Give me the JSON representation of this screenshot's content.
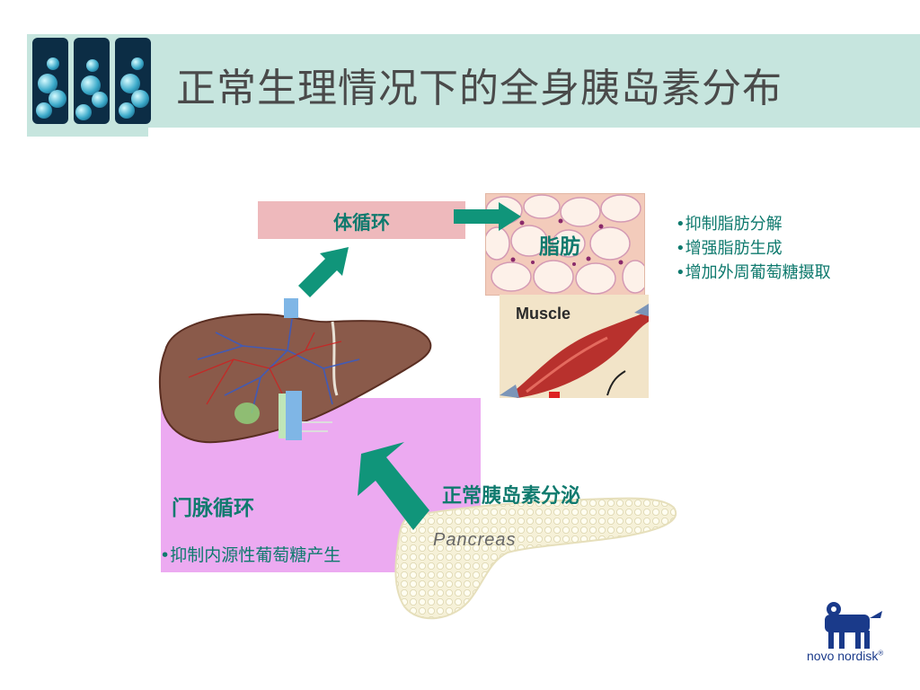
{
  "title": "正常生理情况下的全身胰岛素分布",
  "systemic": {
    "label": "体循环"
  },
  "fat": {
    "label": "脂肪"
  },
  "muscle": {
    "image_text": "Muscle"
  },
  "effects": [
    "•抑制脂肪分解",
    "•增强脂肪生成",
    "•增加外周葡萄糖摄取"
  ],
  "portal": {
    "label": "门脉循环",
    "effect": "•抑制内源性葡萄糖产生"
  },
  "pancreas": {
    "image_text": "Pancreas"
  },
  "secretion": {
    "label": "正常胰岛素分泌"
  },
  "logo": {
    "text": "novo nordisk",
    "registered": "®"
  },
  "colors": {
    "title_band": "#c6e5de",
    "accent_text": "#0f7a6e",
    "arrow": "#10957a",
    "systemic_box": "#eeb9bc",
    "portal_box": "#ecaaf1",
    "logo_blue": "#1a3a8a"
  },
  "icons": [
    "header-thumbnails",
    "liver-illustration",
    "fat-tissue-image",
    "muscle-image",
    "pancreas-image",
    "novo-nordisk-bull-logo"
  ]
}
